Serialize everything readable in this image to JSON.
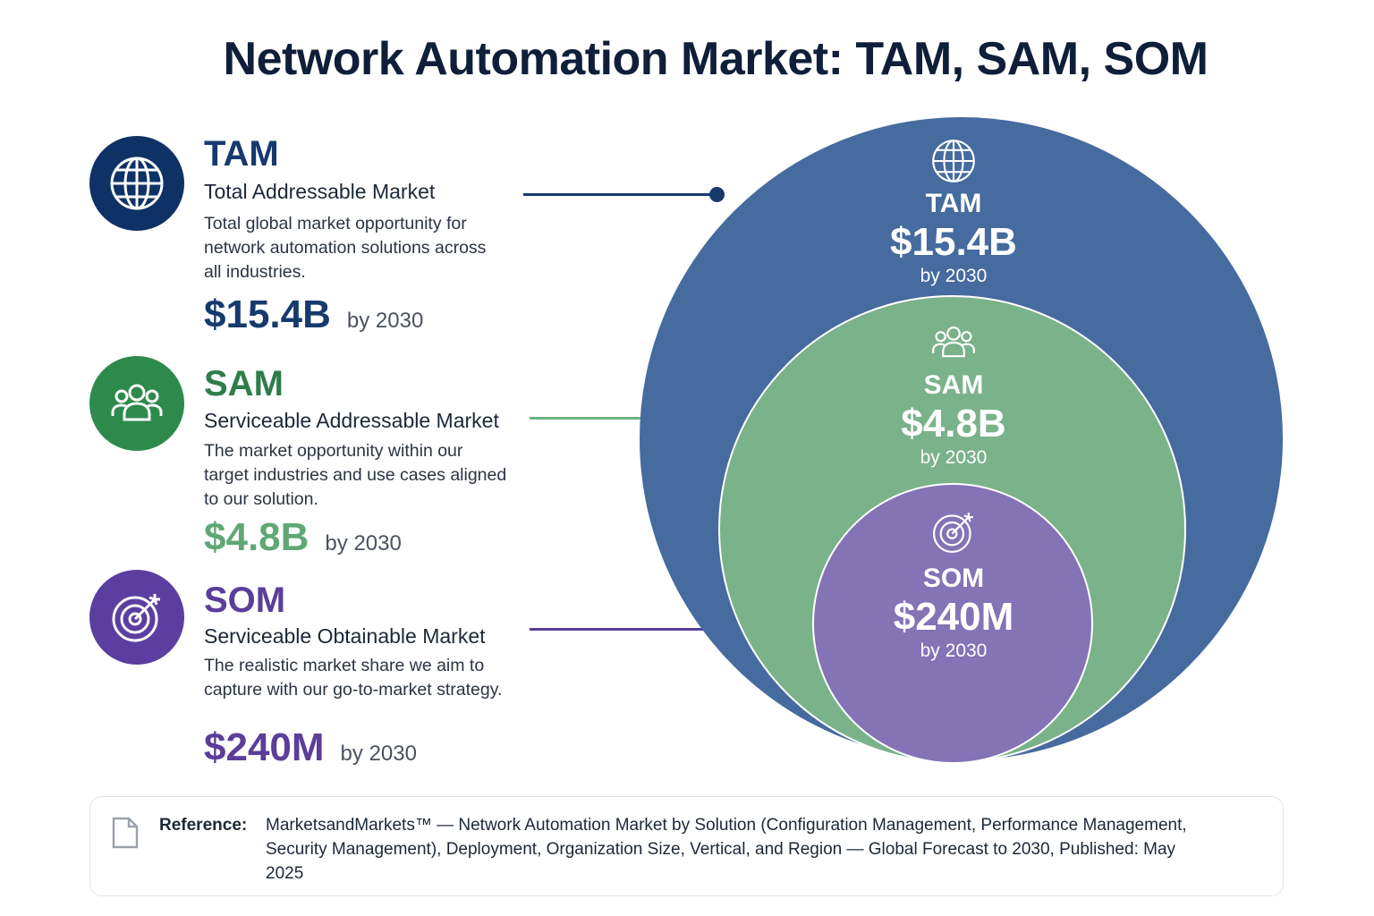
{
  "title": "Network Automation Market: TAM, SAM, SOM",
  "colors": {
    "tam": "#163a6e",
    "tam_circle": "#456b9f",
    "sam": "#5fa876",
    "sam_circle": "#7ab28a",
    "som": "#5a3e9a",
    "som_circle": "#8473b5"
  },
  "segments": [
    {
      "abbr": "TAM",
      "name": "Total Addressable Market",
      "description": "Total global market opportunity for network automation solutions across all industries.",
      "value": "$15.4B",
      "year": "by 2030",
      "icon": "globe-icon"
    },
    {
      "abbr": "SAM",
      "name": "Serviceable Addressable Market",
      "description": "The market opportunity within our target industries and use cases aligned to our solution.",
      "value": "$4.8B",
      "year": "by 2030",
      "icon": "users-icon"
    },
    {
      "abbr": "SOM",
      "name": "Serviceable Obtainable Market",
      "description": "The realistic market share we aim to capture with our go-to-market strategy.",
      "value": "$240M",
      "year": "by 2030",
      "icon": "target-icon"
    }
  ],
  "reference": {
    "label": "Reference:",
    "text": "MarketsandMarkets™ — Network Automation Market by Solution (Configuration Management, Performance Management, Security Management), Deployment, Organization Size, Vertical, and Region — Global Forecast to 2030, Published: May 2025",
    "icon": "document-icon"
  }
}
